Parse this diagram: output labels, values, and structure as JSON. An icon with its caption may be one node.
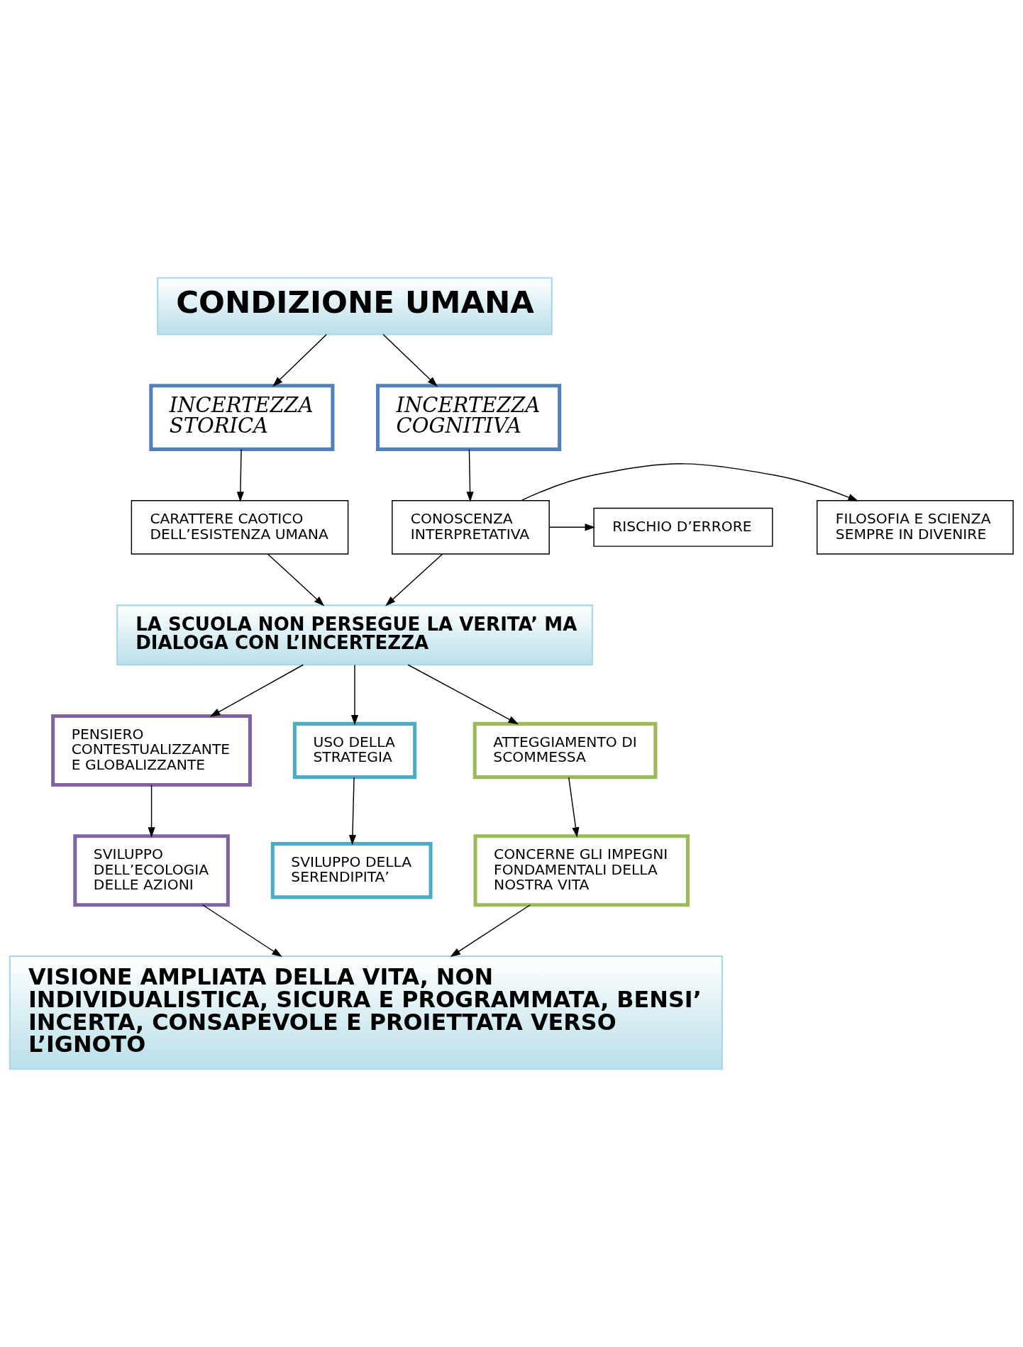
{
  "diagram": {
    "nodes": [
      {
        "text": [
          "CONDIZIONE UMANA"
        ]
      },
      {
        "text": [
          "INCERTEZZA STORICA"
        ]
      },
      {
        "text": [
          "INCERTEZZA COGNITIVA"
        ]
      },
      {
        "text": [
          "FILOSOFIA E SCIENZA SEMPRE IN DIVENIRE"
        ]
      },
      {
        "text": [
          "RISCHIO D’ERRORE"
        ]
      },
      {
        "text": [
          "CARATTERE CAOTICO DELL’ESISTENZA UMANA"
        ]
      },
      {
        "text": [
          "CONOSCENZA INTERPRETATIVA"
        ]
      },
      {
        "text": [
          "LA SCUOLA NON PERSEGUE LA VERITA’ MA DIALOGA CON L’INCERTEZZA"
        ]
      },
      {
        "text": [
          "PENSIERO CONTESTUALIZZANTE E GLOBALIZZANTE"
        ]
      },
      {
        "text": [
          "USO DELLA STRATEGIA"
        ]
      },
      {
        "text": [
          "ATTEGGIAMENTO DI SCOMMESSA"
        ]
      },
      {
        "text": [
          "SVILUPPO DELL’ECOLOGIA DELLE AZIONI"
        ]
      },
      {
        "text": [
          "SVILUPPO DELLA SERENDIPITA’"
        ]
      },
      {
        "text": [
          "CONCERNE GLI IMPEGNI FONDAMENTALI DELLA NOSTRA VITA"
        ]
      },
      {
        "text": [
          "VISIONE AMPLIATA DELLA VITA, NON INDIVIDUALISTICA, SICURA E PROGRAMMATA, BENSI’ INCERTA, CONSAPEVOLE E PROIETTATA VERSO L’IGNOTO"
        ]
      }
    ],
    "edges": [
      {
        "from": 0,
        "to": 1,
        "arrow": "to"
      },
      {
        "from": 0,
        "to": 2,
        "arrow": "to"
      },
      {
        "from": 1,
        "to": 5,
        "arrow": "to"
      },
      {
        "from": 2,
        "to": 6,
        "arrow": "to"
      },
      {
        "from": 6,
        "to": 3,
        "arrow": "to"
      },
      {
        "from": 6,
        "to": 4,
        "arrow": "to"
      },
      {
        "from": 5,
        "to": 7,
        "arrow": "to"
      },
      {
        "from": 6,
        "to": 7,
        "arrow": "to"
      },
      {
        "from": 7,
        "to": 8,
        "arrow": "to"
      },
      {
        "from": 7,
        "to": 9,
        "arrow": "to"
      },
      {
        "from": 7,
        "to": 10,
        "arrow": "to"
      },
      {
        "from": 8,
        "to": 11,
        "arrow": "to"
      },
      {
        "from": 9,
        "to": 12,
        "arrow": "to"
      },
      {
        "from": 10,
        "to": 13,
        "arrow": "to"
      },
      {
        "from": 11,
        "to": 14,
        "arrow": "to"
      },
      {
        "from": 13,
        "to": 14,
        "arrow": "to"
      }
    ]
  }
}
